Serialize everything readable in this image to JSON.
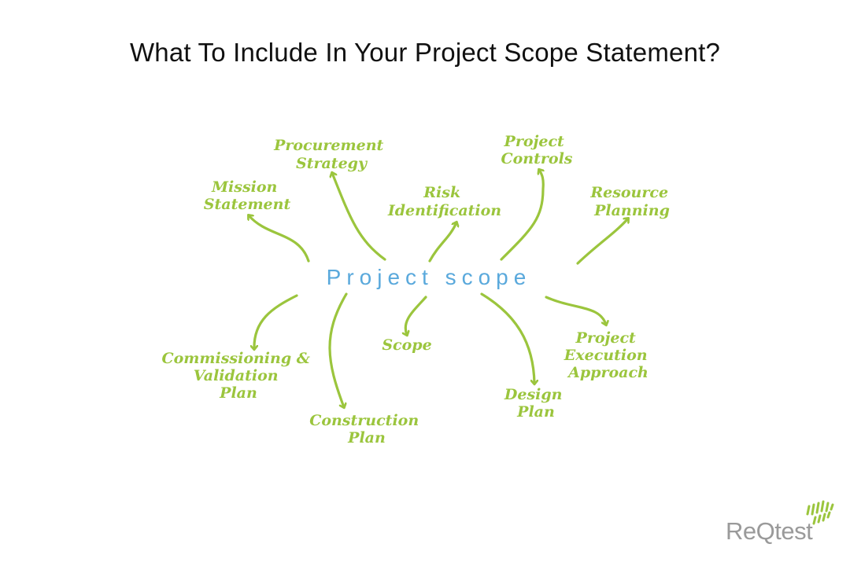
{
  "title": "What To Include In Your Project Scope Statement?",
  "diagram": {
    "center": "Project scope",
    "nodes": [
      {
        "id": "procurement-strategy",
        "lines": [
          "Procurement",
          "Strategy"
        ]
      },
      {
        "id": "mission-statement",
        "lines": [
          "Mission",
          "Statement"
        ]
      },
      {
        "id": "risk-identification",
        "lines": [
          "Risk",
          "Identification"
        ]
      },
      {
        "id": "project-controls",
        "lines": [
          "Project",
          "Controls"
        ]
      },
      {
        "id": "resource-planning",
        "lines": [
          "Resource",
          "Planning"
        ]
      },
      {
        "id": "commissioning-validation-plan",
        "lines": [
          "Commissioning &",
          "Validation",
          "Plan"
        ]
      },
      {
        "id": "scope",
        "lines": [
          "Scope"
        ]
      },
      {
        "id": "construction-plan",
        "lines": [
          "Construction",
          "Plan"
        ]
      },
      {
        "id": "design-plan",
        "lines": [
          "Design",
          "Plan"
        ]
      },
      {
        "id": "project-execution-approach",
        "lines": [
          "Project",
          "Execution",
          "Approach"
        ]
      }
    ]
  },
  "logo": {
    "text": "ReQtest"
  },
  "colors": {
    "arrow": "#9bc53d",
    "center_text": "#5aa9dc",
    "title": "#111111",
    "logo_text": "#9a9a9a",
    "logo_mark": "#9bc53d"
  }
}
